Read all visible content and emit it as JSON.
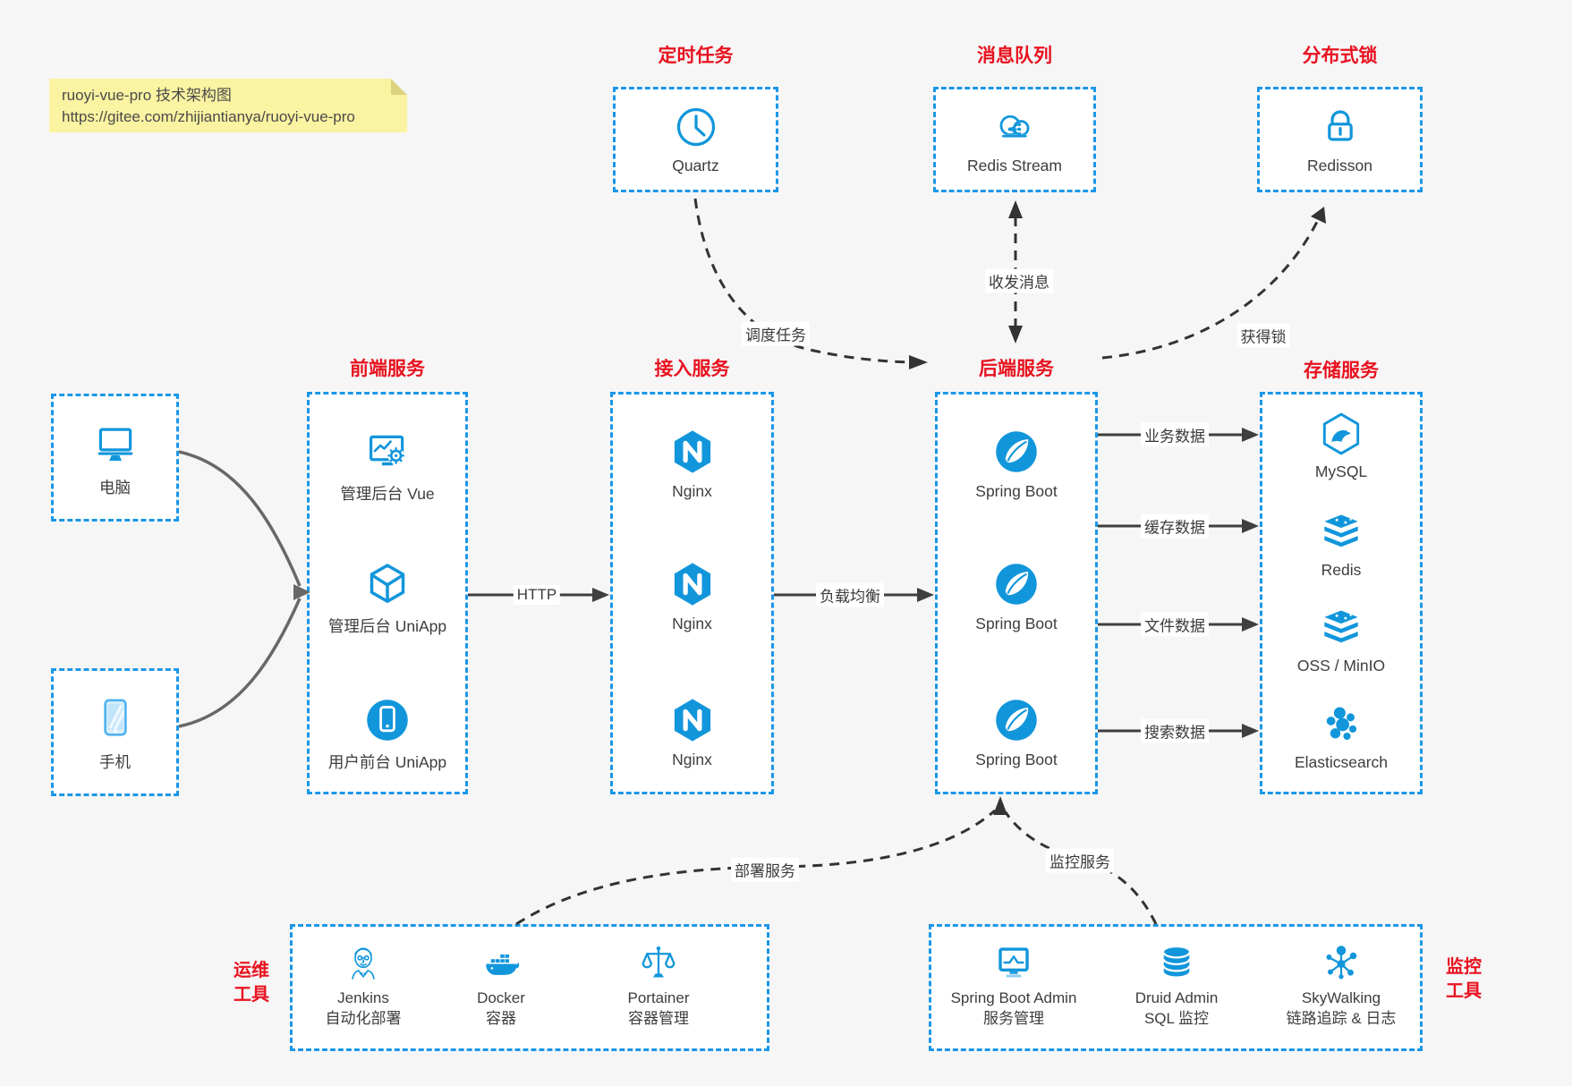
{
  "note": {
    "title": "ruoyi-vue-pro 技术架构图",
    "url": "https://gitee.com/zhijiantianya/ruoyi-vue-pro"
  },
  "top_groups": [
    {
      "title": "定时任务",
      "label": "Quartz",
      "icon": "clock-icon"
    },
    {
      "title": "消息队列",
      "label": "Redis Stream",
      "icon": "cloud-mq-icon"
    },
    {
      "title": "分布式锁",
      "label": "Redisson",
      "icon": "lock-icon"
    }
  ],
  "clients": [
    {
      "label": "电脑",
      "icon": "desktop-icon"
    },
    {
      "label": "手机",
      "icon": "smartphone-icon"
    }
  ],
  "columns": [
    {
      "title": "前端服务",
      "items": [
        {
          "label": "管理后台 Vue",
          "icon": "admin-vue-icon"
        },
        {
          "label": "管理后台 UniApp",
          "icon": "uniapp-cube-icon"
        },
        {
          "label": "用户前台 UniApp",
          "icon": "mobile-app-icon"
        }
      ]
    },
    {
      "title": "接入服务",
      "items": [
        {
          "label": "Nginx",
          "icon": "nginx-icon"
        },
        {
          "label": "Nginx",
          "icon": "nginx-icon"
        },
        {
          "label": "Nginx",
          "icon": "nginx-icon"
        }
      ]
    },
    {
      "title": "后端服务",
      "items": [
        {
          "label": "Spring Boot",
          "icon": "spring-icon"
        },
        {
          "label": "Spring Boot",
          "icon": "spring-icon"
        },
        {
          "label": "Spring Boot",
          "icon": "spring-icon"
        }
      ]
    },
    {
      "title": "存储服务",
      "items": [
        {
          "label": "MySQL",
          "icon": "mysql-icon"
        },
        {
          "label": "Redis",
          "icon": "redis-icon"
        },
        {
          "label": "OSS / MinIO",
          "icon": "object-storage-icon"
        },
        {
          "label": "Elasticsearch",
          "icon": "elasticsearch-icon"
        }
      ]
    }
  ],
  "bottom_groups": [
    {
      "side_line1": "运维",
      "side_line2": "工具",
      "items": [
        {
          "label": "Jenkins",
          "sublabel": "自动化部署",
          "icon": "jenkins-icon"
        },
        {
          "label": "Docker",
          "sublabel": "容器",
          "icon": "docker-icon"
        },
        {
          "label": "Portainer",
          "sublabel": "容器管理",
          "icon": "portainer-icon"
        }
      ]
    },
    {
      "side_line1": "监控",
      "side_line2": "工具",
      "items": [
        {
          "label": "Spring Boot Admin",
          "sublabel": "服务管理",
          "icon": "spring-boot-admin-icon"
        },
        {
          "label": "Druid Admin",
          "sublabel": "SQL 监控",
          "icon": "druid-database-icon"
        },
        {
          "label": "SkyWalking",
          "sublabel": "链路追踪 & 日志",
          "icon": "skywalking-icon"
        }
      ]
    }
  ],
  "edge_labels": {
    "http": "HTTP",
    "load_balance": "负载均衡",
    "business_data": "业务数据",
    "cache_data": "缓存数据",
    "file_data": "文件数据",
    "search_data": "搜索数据",
    "send_receive_msg": "收发消息",
    "schedule_task": "调度任务",
    "acquire_lock": "获得锁",
    "deploy_service": "部署服务",
    "monitor_service": "监控服务"
  },
  "colors": {
    "accent_blue": "#1296db",
    "border_blue": "#1a97e8",
    "title_red": "#e8121f",
    "note_bg": "#faf3a1",
    "canvas_bg": "#f6f6f6"
  }
}
